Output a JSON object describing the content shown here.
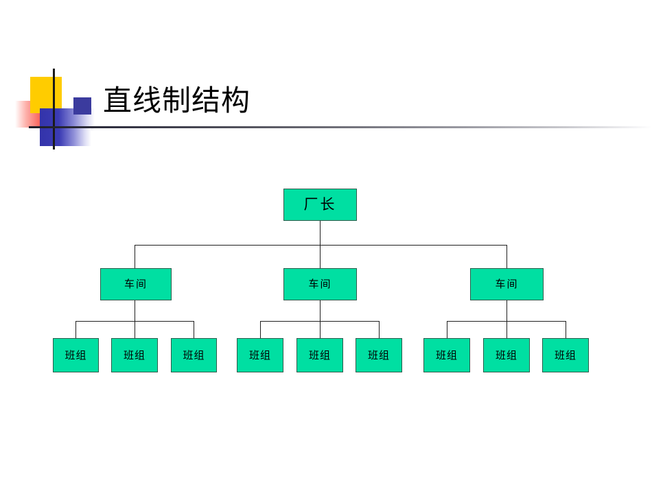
{
  "slide": {
    "title": "直线制结构",
    "background_color": "#ffffff"
  },
  "logo": {
    "name": "mondrian-decoration",
    "shapes": [
      {
        "name": "red-gradient-block",
        "color": "#f01a11"
      },
      {
        "name": "yellow-square",
        "color": "#ffcc00"
      },
      {
        "name": "blue-gradient-block",
        "color": "#3333aa"
      },
      {
        "name": "blue-gradient-lower",
        "color": "#3333aa"
      },
      {
        "name": "blue-square",
        "color": "#3b3b9e"
      },
      {
        "name": "vertical-rule",
        "color": "#1a1a1a"
      }
    ]
  },
  "chart_data": {
    "type": "diagram",
    "title": "直线制结构",
    "node_fill": "#00DFA2",
    "node_border": "#2a5a4a",
    "connector_color": "#1f1f1f",
    "levels": [
      {
        "level": 1,
        "label": "厂长",
        "count": 1
      },
      {
        "level": 2,
        "label": "车间",
        "count": 3
      },
      {
        "level": 3,
        "label": "班组",
        "count": 9
      }
    ],
    "root": {
      "label": "厂长",
      "children": [
        {
          "label": "车间",
          "children": [
            {
              "label": "班组"
            },
            {
              "label": "班组"
            },
            {
              "label": "班组"
            }
          ]
        },
        {
          "label": "车间",
          "children": [
            {
              "label": "班组"
            },
            {
              "label": "班组"
            },
            {
              "label": "班组"
            }
          ]
        },
        {
          "label": "车间",
          "children": [
            {
              "label": "班组"
            },
            {
              "label": "班组"
            },
            {
              "label": "班组"
            }
          ]
        }
      ]
    }
  }
}
